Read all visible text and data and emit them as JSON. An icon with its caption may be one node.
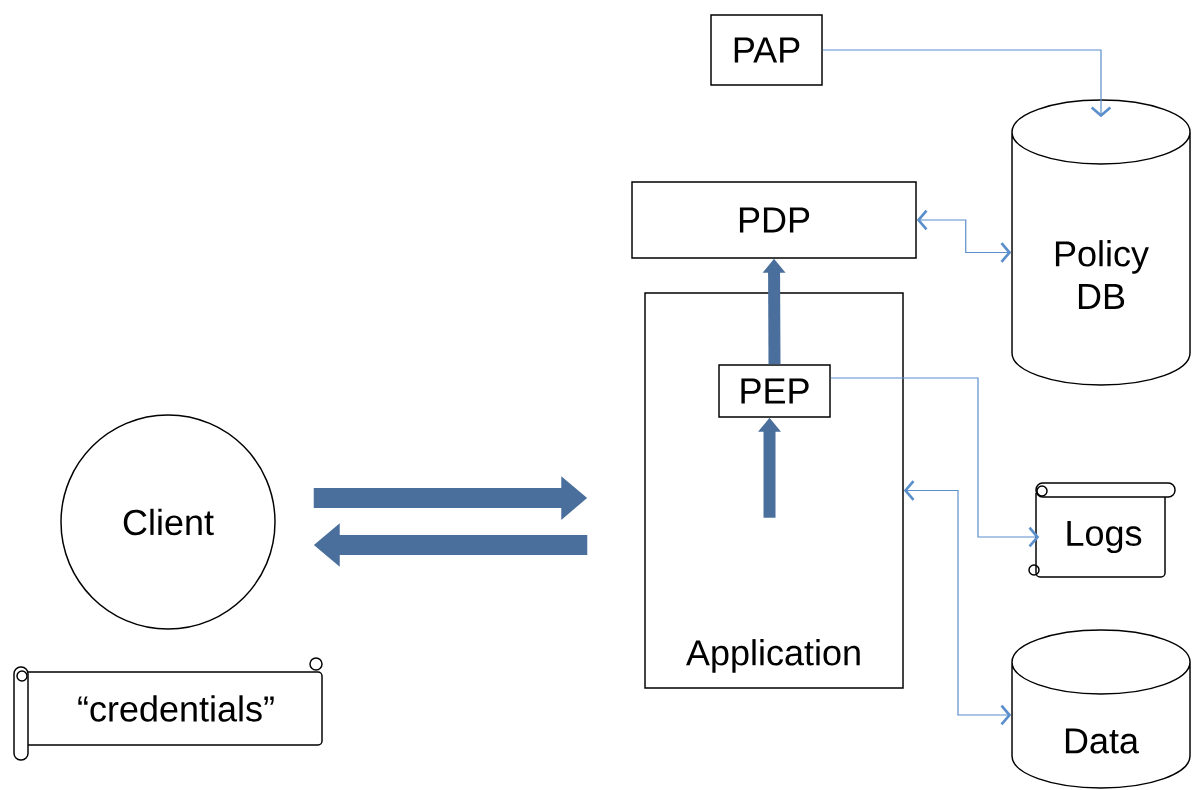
{
  "diagram": {
    "nodes": [
      {
        "text": [
          "PAP"
        ]
      },
      {
        "text": [
          "Policy DB"
        ]
      },
      {
        "text": [
          "PDP"
        ]
      },
      {
        "text": [
          "Application"
        ]
      },
      {
        "text": [
          "PEP"
        ],
        "in": 3
      },
      {
        "text": [
          "Client"
        ]
      },
      {
        "text": [
          "“credentials”"
        ]
      },
      {
        "text": [
          "Logs"
        ]
      },
      {
        "text": [
          "Data"
        ]
      }
    ],
    "edges": [
      {
        "from": 0,
        "to": 1,
        "arrow": "to"
      },
      {
        "from": 2,
        "to": 1,
        "arrow": "both"
      },
      {
        "from": 4,
        "to": 2,
        "arrow": "to",
        "style": "thick",
        "color": "#4a6f9c"
      },
      {
        "from": null,
        "to": 4,
        "arrow": "to",
        "style": "thick",
        "color": "#4a6f9c"
      },
      {
        "from": 4,
        "to": 7,
        "arrow": "to"
      },
      {
        "from": 3,
        "to": 8,
        "arrow": "both"
      },
      {
        "from": 5,
        "to": 3,
        "arrow": "to",
        "style": "thick",
        "color": "#4a6f9c"
      },
      {
        "from": 3,
        "to": 5,
        "arrow": "to",
        "style": "thick",
        "color": "#4a6f9c"
      }
    ]
  }
}
